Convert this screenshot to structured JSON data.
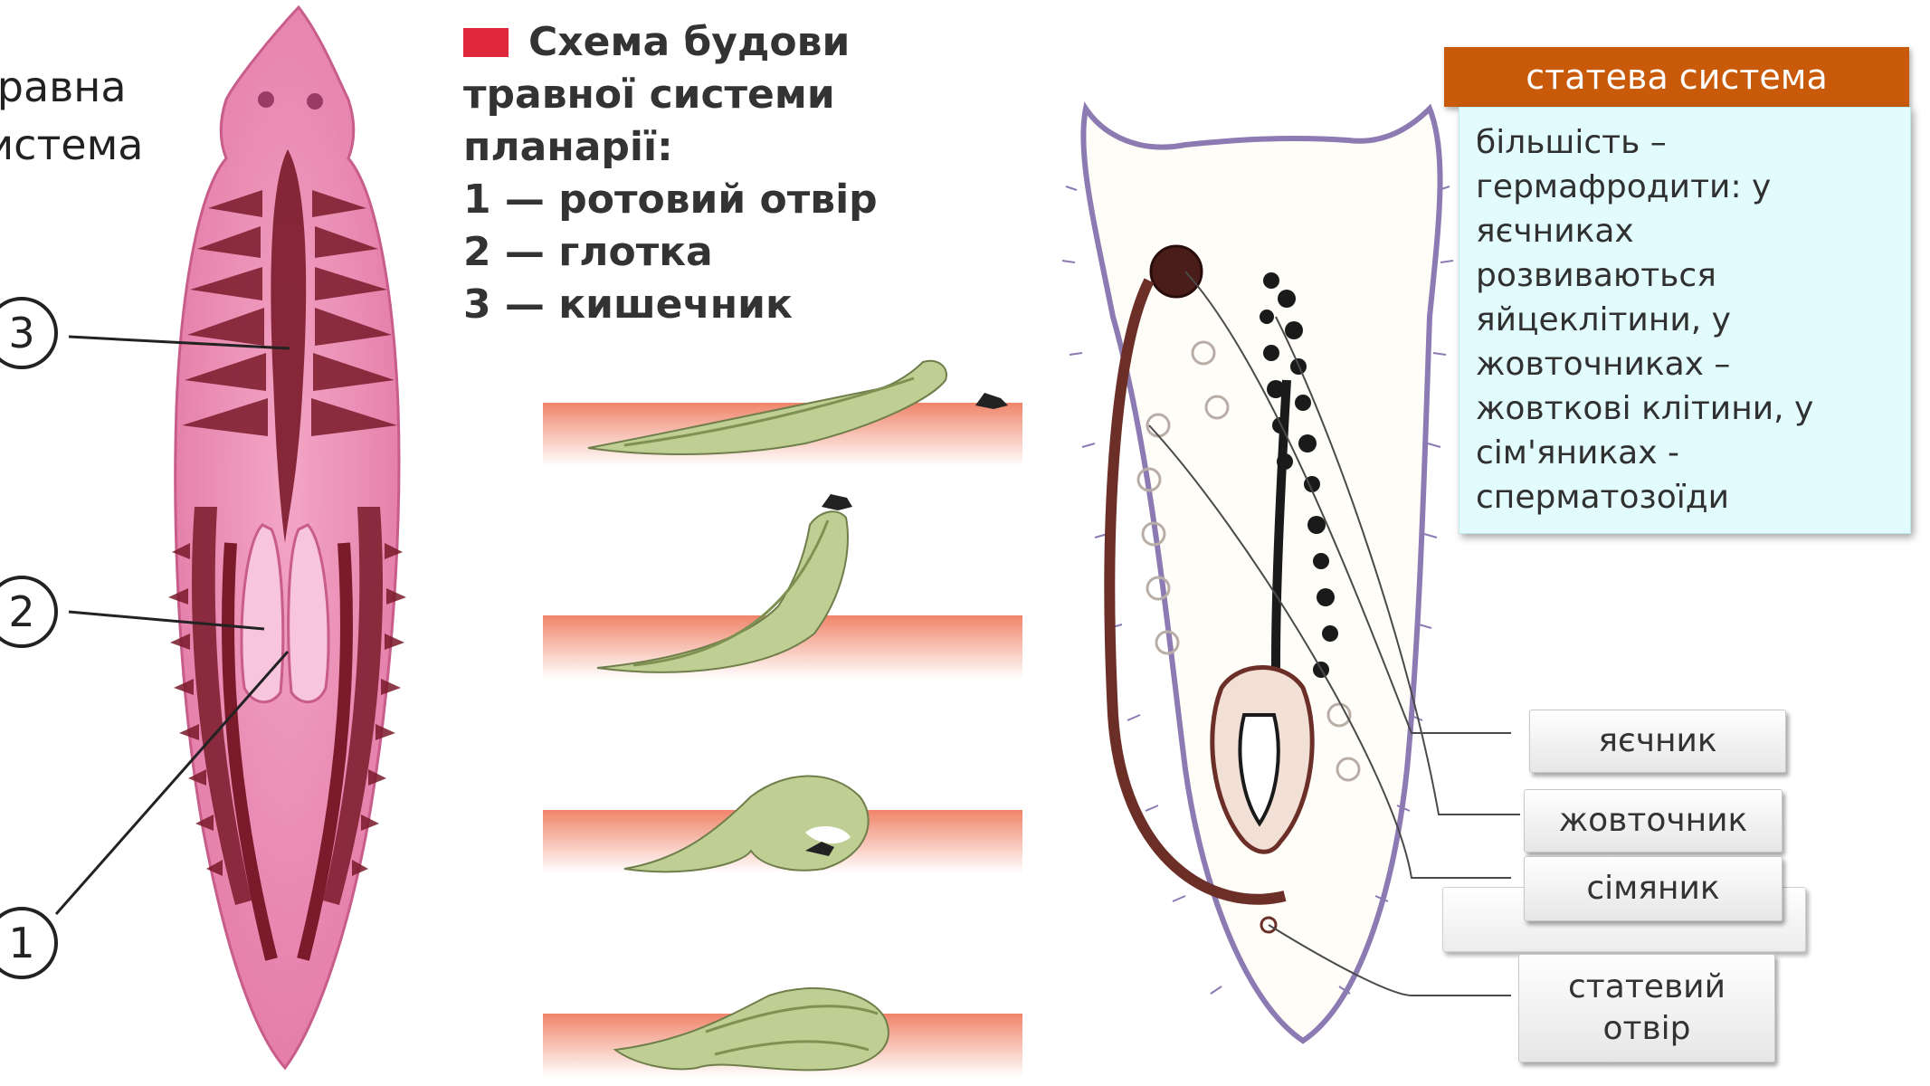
{
  "left_title": {
    "line1": "травна",
    "line2": "система"
  },
  "callouts": [
    "3",
    "2",
    "1"
  ],
  "caption": {
    "title_line1": "Схема будови",
    "title_line2": "травної системи",
    "title_line3": "планарії:",
    "items": [
      "1 — ротовий отвір",
      "2 — глотка",
      "3 — кишечник"
    ],
    "swatch_color": "#e0283c"
  },
  "info": {
    "header": "статева система",
    "header_color": "#c85a0a",
    "body_color": "#e2fbfd",
    "lines": [
      "більшість –",
      "гермафродити: у",
      "яєчниках",
      "розвиваються",
      "яйцеклітини, у",
      "жовточниках –",
      "жовткові клітини, у",
      "сім'яниках -",
      "сперматозоїди"
    ]
  },
  "labels": {
    "ovary": "яєчник",
    "yolk_gland": "жовточник",
    "testis": "сімяник",
    "genital_pore_line1": "статевий",
    "genital_pore_line2": "отвір"
  }
}
